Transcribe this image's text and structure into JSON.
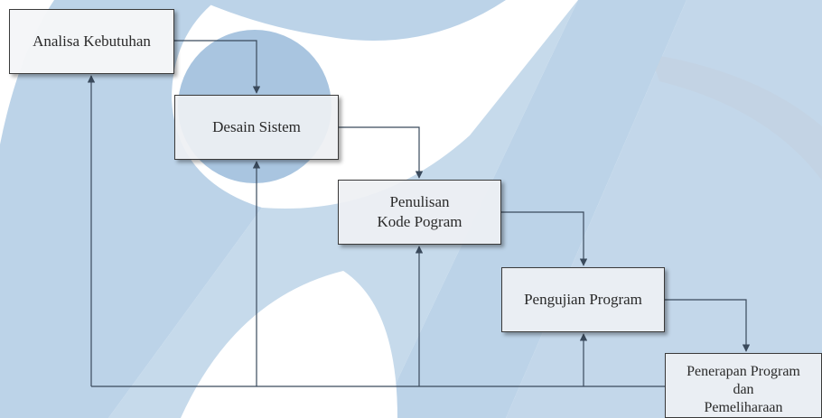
{
  "colors": {
    "watermark_blue": "#bcd3e8",
    "watermark_orange": "#f6c9a6",
    "line": "#3a4a5c"
  },
  "steps": [
    {
      "label": "Analisa Kebutuhan"
    },
    {
      "label": "Desain Sistem"
    },
    {
      "label": "Penulisan\nKode Pogram"
    },
    {
      "label": "Pengujian Program"
    },
    {
      "label": "Penerapan Program\ndan\nPemeliharaan"
    }
  ]
}
